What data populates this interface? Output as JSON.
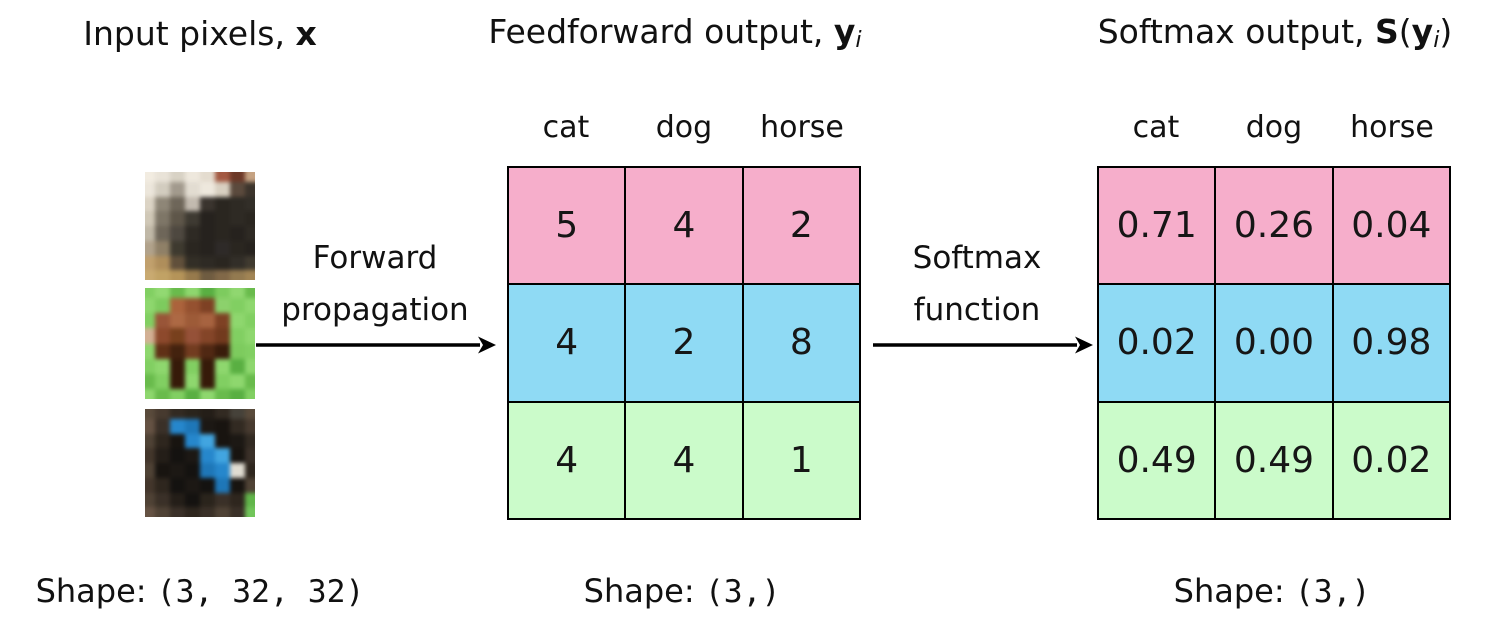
{
  "figure": {
    "titles": {
      "input": {
        "prefix": "Input pixels, ",
        "symbol": "x"
      },
      "feedforward": {
        "prefix": "Feedforward output, ",
        "symbol": "y",
        "subscript": "i"
      },
      "softmax": {
        "prefix": "Softmax output, ",
        "func": "S",
        "open": "(",
        "symbol": "y",
        "subscript": "i",
        "close": ")"
      }
    },
    "arrows": [
      {
        "label_line1": "Forward",
        "label_line2": "propagation"
      },
      {
        "label_line1": "Softmax",
        "label_line2": "function"
      }
    ],
    "class_headers": [
      "cat",
      "dog",
      "horse"
    ],
    "feedforward_matrix": [
      [
        "5",
        "4",
        "2"
      ],
      [
        "4",
        "2",
        "8"
      ],
      [
        "4",
        "4",
        "1"
      ]
    ],
    "softmax_matrix": [
      [
        "0.71",
        "0.26",
        "0.04"
      ],
      [
        "0.02",
        "0.00",
        "0.98"
      ],
      [
        "0.49",
        "0.49",
        "0.02"
      ]
    ],
    "row_colors": [
      "#f6aecb",
      "#8fdaf4",
      "#cbfbca"
    ],
    "border_color": "#000000",
    "shapes": [
      {
        "label": "Shape:",
        "value": "(3, 32, 32)"
      },
      {
        "label": "Shape:",
        "value": "(3,)"
      },
      {
        "label": "Shape:",
        "value": "(3,)"
      }
    ],
    "images": [
      {
        "name": "cat-photo",
        "pixels": [
          [
            "#f2ece2",
            "#e9e3d9",
            "#d8d2c6",
            "#eee8de",
            "#e4dcd0",
            "#a05a44",
            "#6a3828",
            "#c4a284"
          ],
          [
            "#ece6dc",
            "#d2ccc0",
            "#a29a8e",
            "#e2dcd2",
            "#eee8de",
            "#d8d0c2",
            "#5a4a3e",
            "#3c342c"
          ],
          [
            "#dcd4c6",
            "#8e8678",
            "#6e665a",
            "#c2bab0",
            "#3a342e",
            "#2a2620",
            "#2e2a24",
            "#322e28"
          ],
          [
            "#d0c8b8",
            "#7e7668",
            "#5e564a",
            "#3e3a32",
            "#26221e",
            "#2a2620",
            "#2e2a24",
            "#2a2620"
          ],
          [
            "#c0b8a8",
            "#6e665a",
            "#4e4840",
            "#2e2a24",
            "#26221e",
            "#2a2620",
            "#26221e",
            "#2e2a24"
          ],
          [
            "#b0a28c",
            "#8e8068",
            "#3e3a30",
            "#2a2620",
            "#26221e",
            "#2e2a28",
            "#2a2620",
            "#26221e"
          ],
          [
            "#c0a070",
            "#ae8e5e",
            "#60503c",
            "#322e26",
            "#2e2a24",
            "#2a2620",
            "#322e28",
            "#403a30"
          ],
          [
            "#c8aa74",
            "#c0a268",
            "#b4945c",
            "#967a4e",
            "#6e5c42",
            "#80684a",
            "#927a52",
            "#a08456"
          ]
        ]
      },
      {
        "name": "horse-photo",
        "pixels": [
          [
            "#84ce66",
            "#94d876",
            "#6cba50",
            "#90d672",
            "#5cae46",
            "#80ca62",
            "#92d674",
            "#6cba50"
          ],
          [
            "#90d672",
            "#80ca62",
            "#a8643e",
            "#925232",
            "#7c4226",
            "#8ed070",
            "#84ce66",
            "#90d672"
          ],
          [
            "#84ce66",
            "#96563a",
            "#aa6a46",
            "#9a5c3a",
            "#a46442",
            "#7c4226",
            "#90d672",
            "#84ce66"
          ],
          [
            "#d2b096",
            "#8a4a2e",
            "#76401f",
            "#92523a",
            "#82462a",
            "#703a20",
            "#84ce66",
            "#90d672"
          ],
          [
            "#90d672",
            "#5e3018",
            "#42220f",
            "#703c22",
            "#4e2814",
            "#381c0c",
            "#80ca62",
            "#84ce66"
          ],
          [
            "#84ce66",
            "#90d672",
            "#351a0a",
            "#84ce66",
            "#351a0a",
            "#90d672",
            "#5cae46",
            "#90d672"
          ],
          [
            "#6cba50",
            "#84ce66",
            "#351a0a",
            "#90d672",
            "#351a0a",
            "#84ce66",
            "#90d672",
            "#6cba50"
          ],
          [
            "#90d672",
            "#6cba50",
            "#84ce66",
            "#5cae46",
            "#90d672",
            "#6cba50",
            "#5cae46",
            "#84ce66"
          ]
        ]
      },
      {
        "name": "dog-photo",
        "pixels": [
          [
            "#584a3c",
            "#463a30",
            "#322a22",
            "#2a241c",
            "#241e18",
            "#322a22",
            "#46423a",
            "#584a3c"
          ],
          [
            "#645244",
            "#3a3028",
            "#2a86c8",
            "#2276b4",
            "#1c1814",
            "#181410",
            "#322a22",
            "#463a30"
          ],
          [
            "#4e4236",
            "#2e261e",
            "#181410",
            "#2a86c8",
            "#46a4dc",
            "#181410",
            "#1c1814",
            "#322a22"
          ],
          [
            "#42362c",
            "#241e18",
            "#141210",
            "#1c1814",
            "#2a86c8",
            "#46a4dc",
            "#181410",
            "#3a3028"
          ],
          [
            "#4e4236",
            "#181410",
            "#1c1814",
            "#141210",
            "#2276b4",
            "#2a86c8",
            "#e0dcd2",
            "#2e261e"
          ],
          [
            "#42362c",
            "#2e261e",
            "#141210",
            "#1c1814",
            "#141210",
            "#2276b4",
            "#181410",
            "#4e4236"
          ],
          [
            "#4e4236",
            "#3a3028",
            "#241e18",
            "#141210",
            "#2a241c",
            "#3a3028",
            "#2e261e",
            "#64b44e"
          ],
          [
            "#645244",
            "#4e4236",
            "#3a3028",
            "#2e261e",
            "#3a3028",
            "#4e4236",
            "#3a3028",
            "#74c45e"
          ]
        ]
      }
    ]
  }
}
